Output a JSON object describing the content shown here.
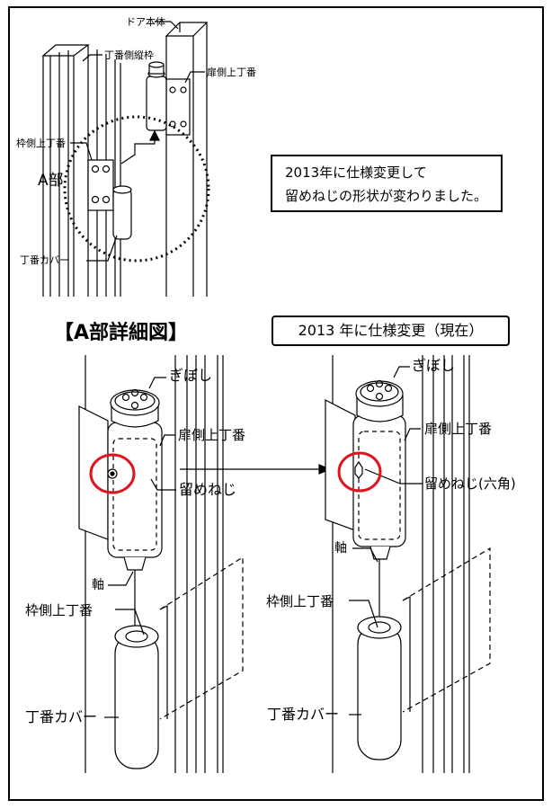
{
  "labels": {
    "door_body": "ドア本体",
    "hinge_side_frame": "丁番側縦枠",
    "door_upper_hinge": "扉側上丁番",
    "frame_upper_hinge": "枠側上丁番",
    "part_a": "A部",
    "hinge_cover": "丁番カバー",
    "finial": "ぎぼし",
    "set_screw": "留めねじ",
    "set_screw_hex": "留めねじ(六角)",
    "shaft": "軸"
  },
  "note": {
    "line1": "2013年に仕様変更して",
    "line2": "留めねじの形状が変わりました。"
  },
  "detail_title": "【A部詳細図】",
  "spec_change_title": "2013 年に仕様変更（現在）",
  "colors": {
    "highlight_circle": "#e0141e",
    "line": "#000000",
    "frame_border": "#000000"
  }
}
